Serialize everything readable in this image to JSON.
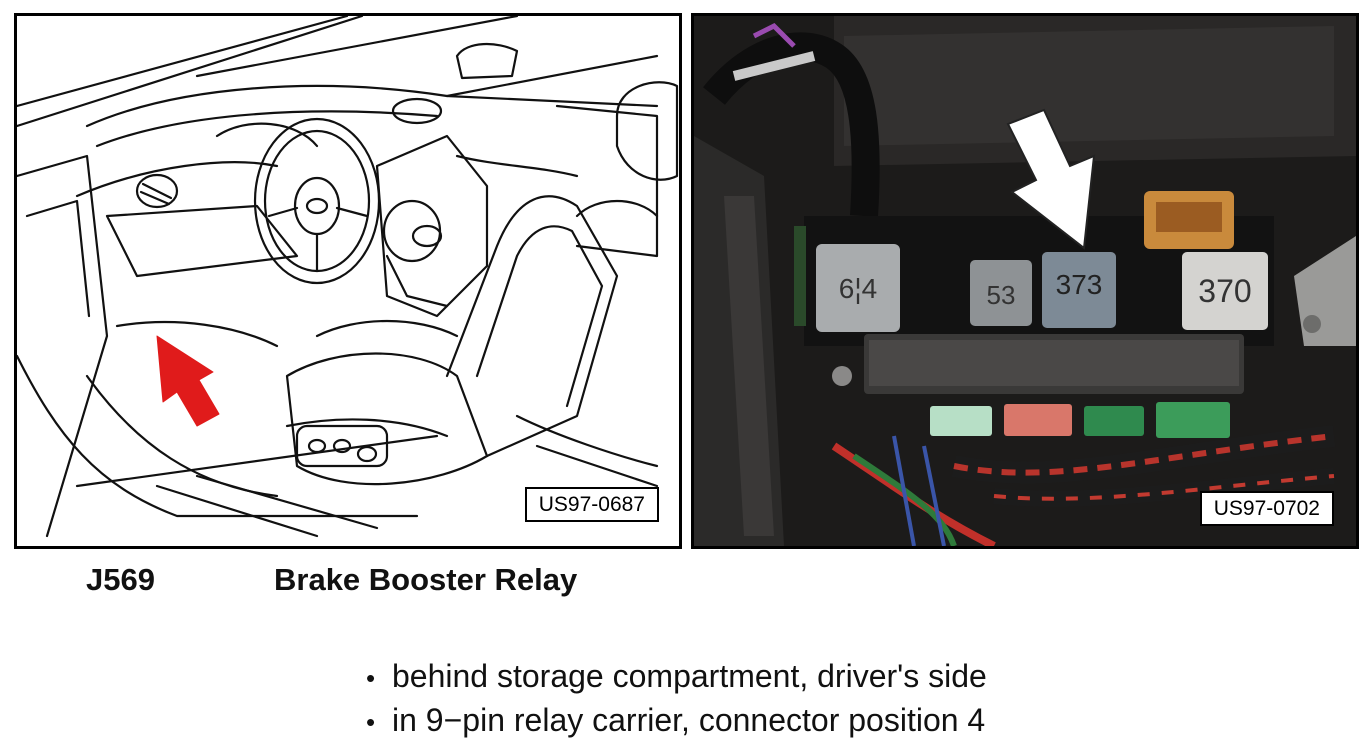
{
  "figures": {
    "left": {
      "ref": "US97-0687"
    },
    "right": {
      "ref": "US97-0702",
      "relays": [
        {
          "label": "6¦4"
        },
        {
          "label": "53"
        },
        {
          "label": "373"
        },
        {
          "label": "370"
        }
      ]
    }
  },
  "component": {
    "code": "J569",
    "name": "Brake Booster Relay"
  },
  "notes": [
    "behind storage compartment, driver's side",
    "in 9−pin relay carrier, connector position 4"
  ],
  "colors": {
    "pointer_arrow": "#e01b1b",
    "relay_highlight": "#7d8a96"
  }
}
